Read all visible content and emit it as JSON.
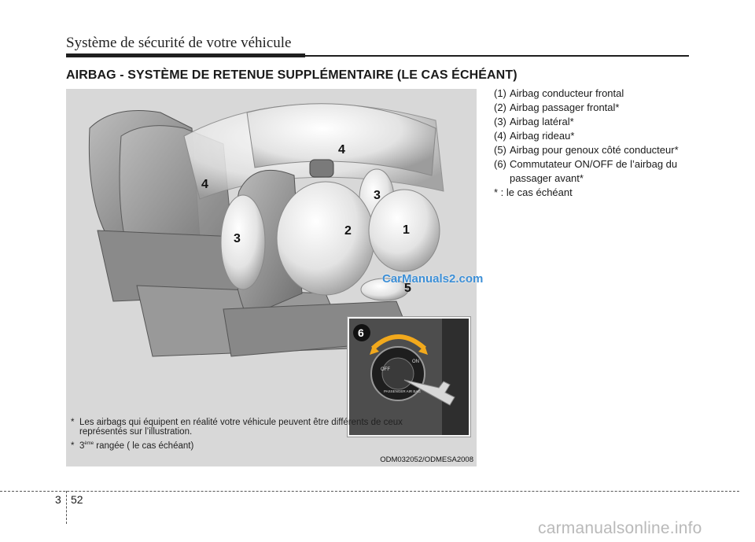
{
  "header": {
    "chapter_title": "Système de sécurité de votre véhicule"
  },
  "section": {
    "heading": "AIRBAG - SYSTÈME DE RETENUE SUPPLÉMENTAIRE (LE CAS ÉCHÉANT)"
  },
  "figure": {
    "callouts": [
      "1",
      "2",
      "3",
      "3",
      "4",
      "4",
      "5",
      "6"
    ],
    "notes": [
      {
        "marker": "*",
        "text": "Les airbags qui équipent en réalité votre véhicule peuvent être différents de ceux représentés sur l’illustration."
      },
      {
        "marker": "*",
        "text_main": "3",
        "text_sup": "ème",
        "text_rest": " rangée ( le cas échéant)"
      }
    ],
    "code": "ODM032052/ODMESA2008",
    "inset_labels": {
      "off": "OFF",
      "on": "ON",
      "switch": "PASSENGER AIR BAG"
    }
  },
  "list": {
    "items": [
      {
        "num": "(1)",
        "label": "Airbag conducteur frontal"
      },
      {
        "num": "(2)",
        "label": "Airbag passager frontal*"
      },
      {
        "num": "(3)",
        "label": "Airbag latéral*"
      },
      {
        "num": "(4)",
        "label": "Airbag rideau*"
      },
      {
        "num": "(5)",
        "label": "Airbag pour genoux côté conducteur*"
      },
      {
        "num": "(6)",
        "label": "Commutateur ON/OFF de l’airbag du passager avant*"
      }
    ],
    "note": "* : le cas échéant"
  },
  "watermark": "CarManuals2.com",
  "footer": {
    "chapter": "3",
    "page": "52",
    "site": "carmanualsonline.info"
  },
  "colors": {
    "figure_bg": "#d8d8d8",
    "text": "#1a1a1a",
    "watermark_blue": "#3d8fd6"
  }
}
